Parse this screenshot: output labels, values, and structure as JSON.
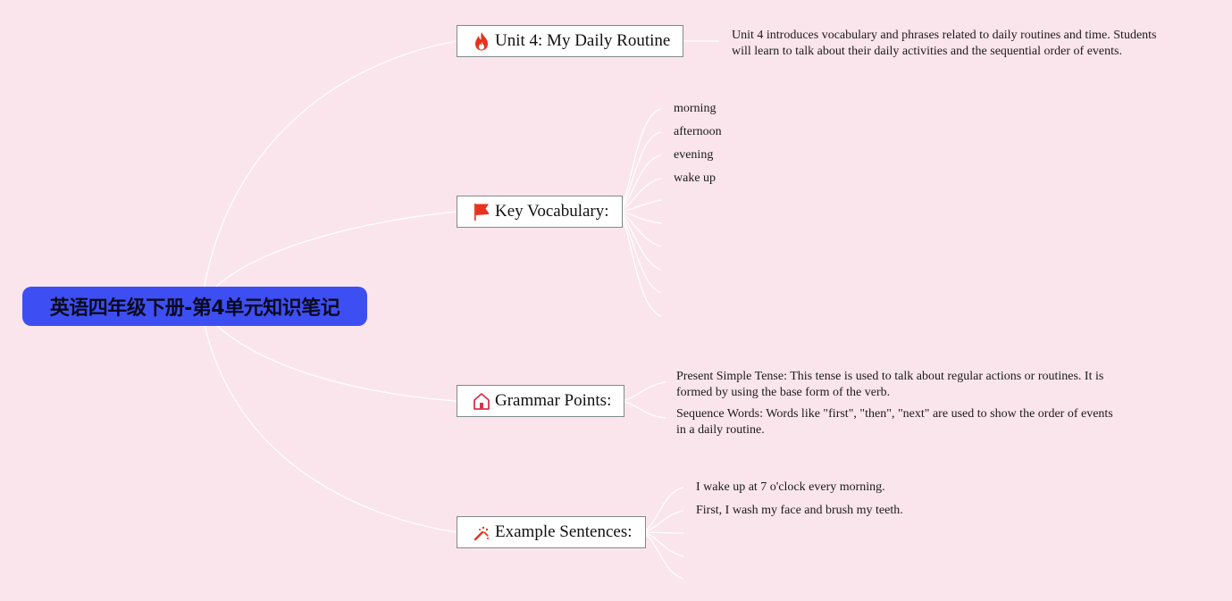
{
  "root": {
    "title": "英语四年级下册-第4单元知识笔记"
  },
  "branches": [
    {
      "title": "Unit 4: My Daily Routine",
      "icon": "fire-icon",
      "children": [
        "Unit 4 introduces vocabulary and phrases related to daily routines and time. Students will learn to talk about their daily activities and the sequential order of events."
      ]
    },
    {
      "title": "Key Vocabulary:",
      "icon": "flag-icon",
      "children": [
        "morning",
        "afternoon",
        "evening",
        "wake up",
        "",
        "",
        "",
        "",
        "",
        ""
      ]
    },
    {
      "title": "Grammar Points:",
      "icon": "house-icon",
      "children": [
        "Present Simple Tense: This tense is used to talk about regular actions or routines. It is formed by using the base form of the verb.",
        "Sequence Words: Words like \"first\", \"then\", \"next\" are used to show the order of events in a daily routine."
      ]
    },
    {
      "title": "Example Sentences:",
      "icon": "magic-wand-icon",
      "children": [
        "I wake up at 7 o'clock every morning.",
        "First, I wash my face and brush my teeth.",
        "",
        "",
        ""
      ]
    }
  ],
  "colors": {
    "background": "#fbe5ec",
    "root": "#3d4ff2",
    "connector": "#ffffff",
    "icon_red": "#e8321e"
  }
}
